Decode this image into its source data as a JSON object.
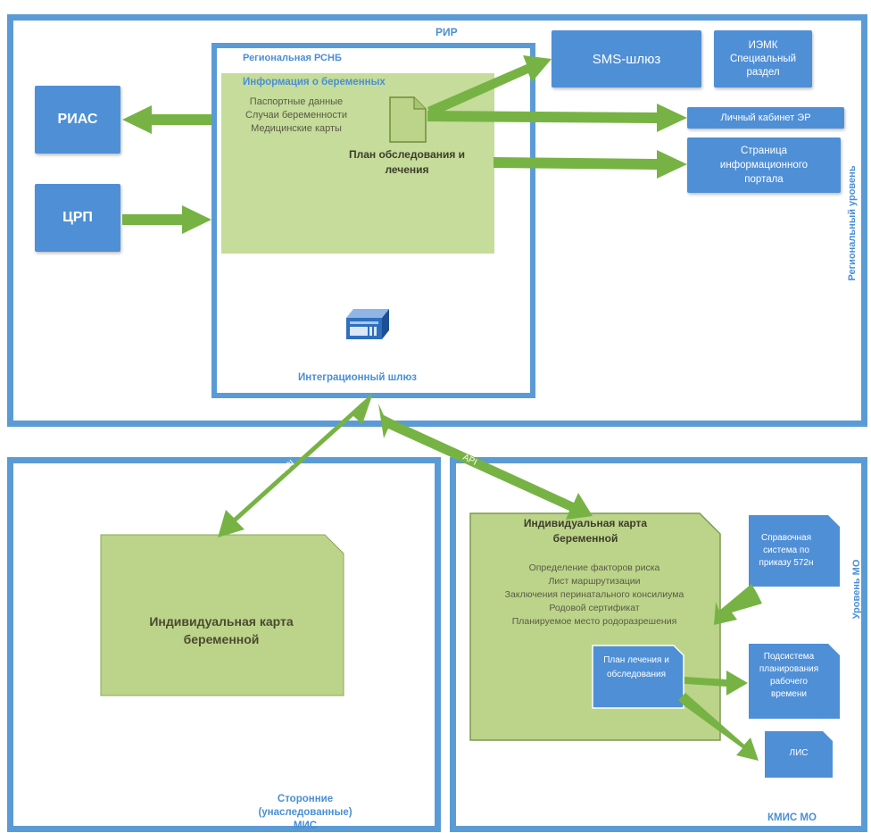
{
  "top_frame": {
    "title": "РИР",
    "side_label": "Региональный уровень"
  },
  "left_boxes": {
    "riac": "РИАС",
    "crp": "ЦРП"
  },
  "rsnb": {
    "title": "Региональная РСНБ",
    "info_title": "Информация о беременных",
    "info_items": [
      "Паспортные данные",
      "Случаи беременности",
      "Медицинские карты"
    ],
    "plan_label": "План обследования и лечения",
    "gateway_label": "Интеграционный шлюз"
  },
  "right_boxes": {
    "sms": "SMS-шлюз",
    "iemk": "ИЭМК Специальный раздел",
    "cabinet": "Личный кабинет ЭР",
    "portal": "Страница информационного портала"
  },
  "api_labels": {
    "left": "API",
    "right": "API"
  },
  "third_party": {
    "card_title": "Индивидуальная карта беременной",
    "frame_label": "Сторонние (унаследованные) МИС"
  },
  "kmis": {
    "card_title": "Индивидуальная карта беременной",
    "card_items": [
      "Определение факторов риска",
      "Лист маршрутизации",
      "Заключения перинатального консилиума",
      "Родовой сертификат",
      "Планируемое место родоразрешения"
    ],
    "plan_doc": "План лечения и обследования",
    "reference": "Справочная система по приказу 572н",
    "planning": "Подсистема планирования рабочего времени",
    "lis": "ЛИС",
    "frame_label": "КМИС МО",
    "side_label": "Уровень МО"
  },
  "colors": {
    "frame_blue": "#5b9bd5",
    "box_blue": "#4f8fd6",
    "green_card": "#bcd48a",
    "arrow_green": "#77b344"
  }
}
